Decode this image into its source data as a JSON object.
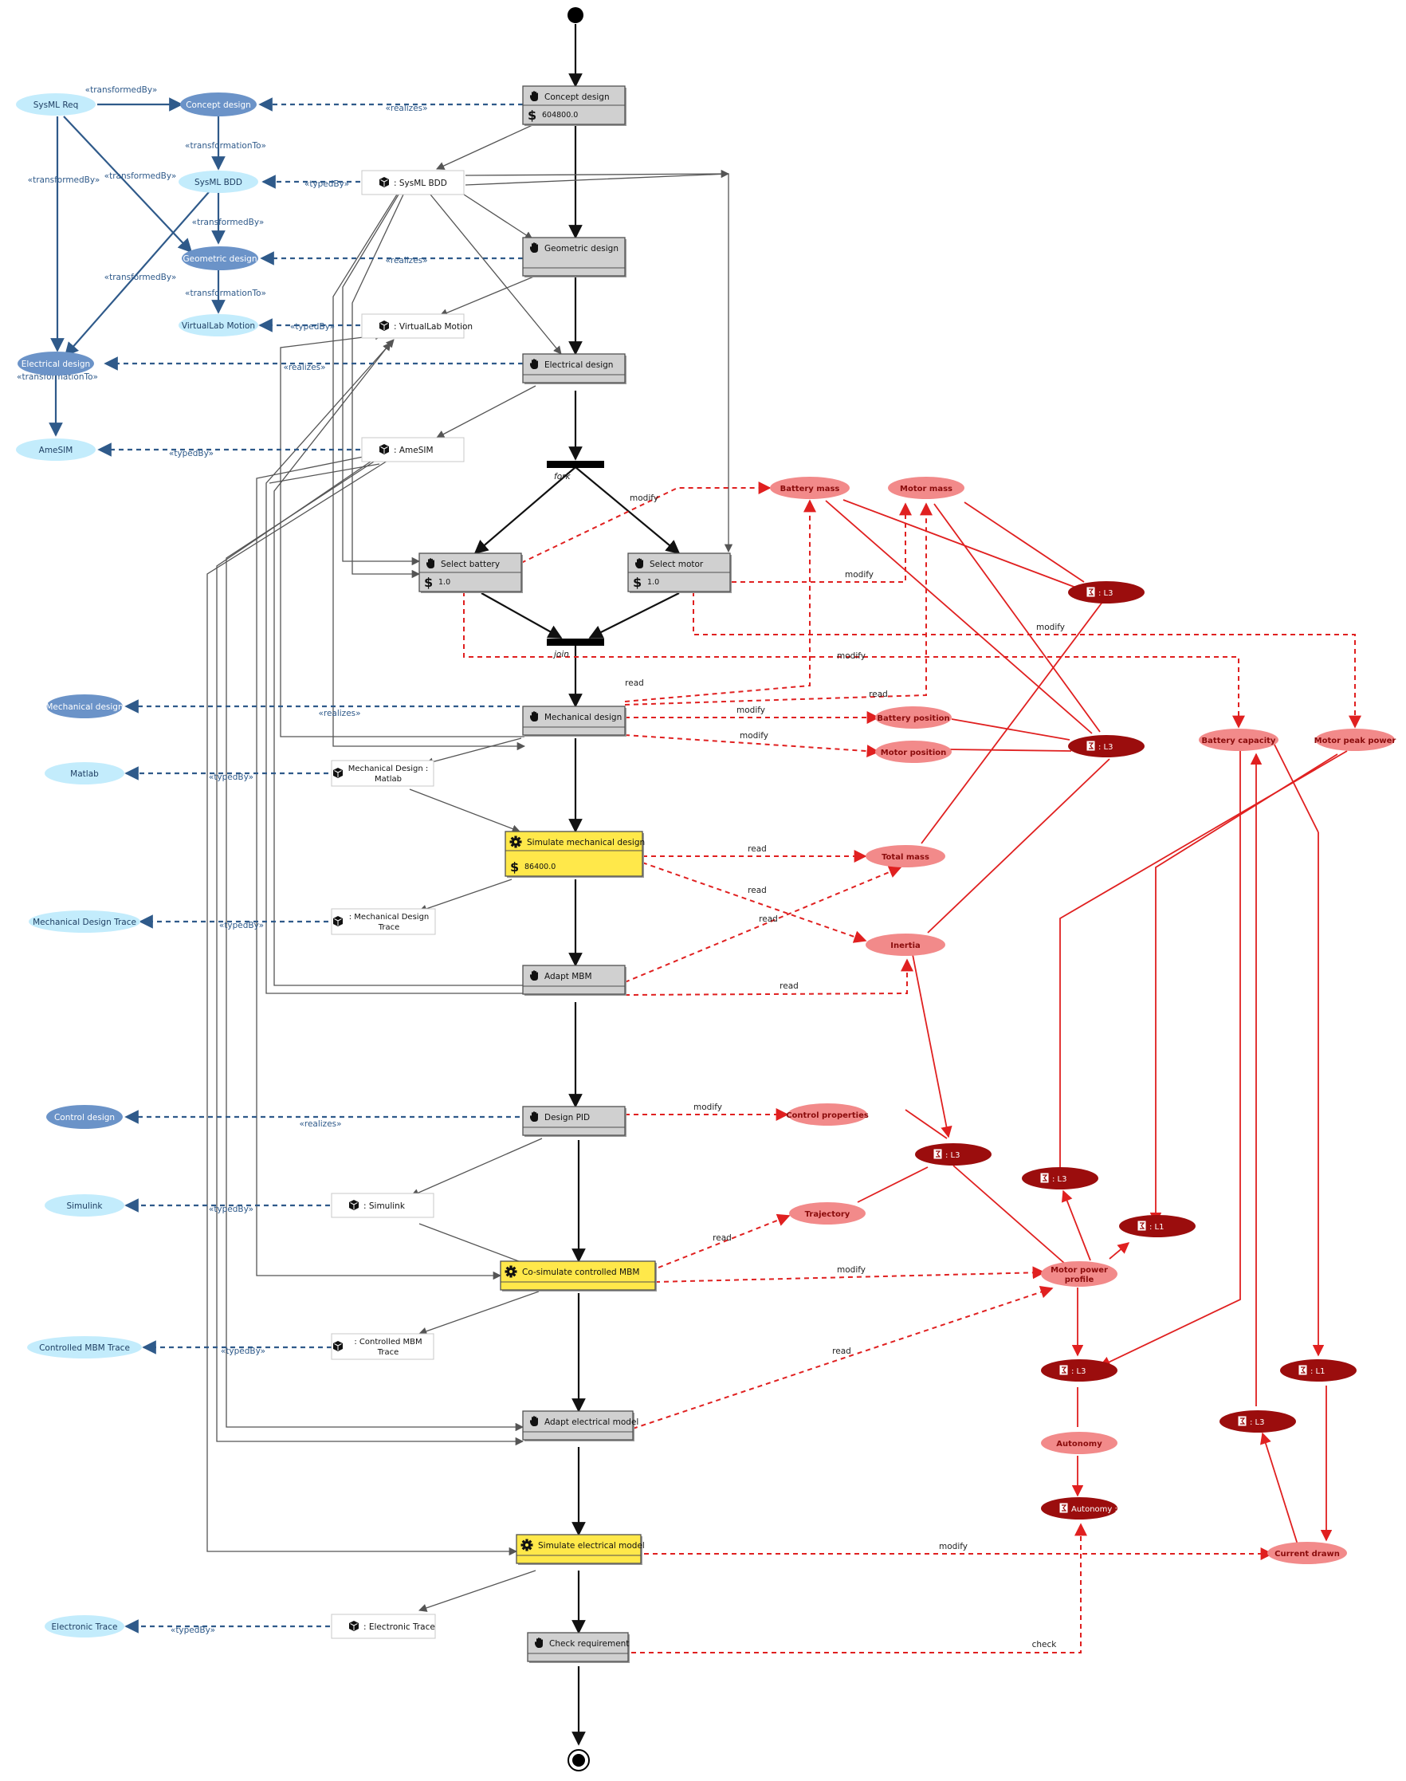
{
  "colors": {
    "activity_fill": "#d0d0d0",
    "activity_border": "#505050",
    "sim_fill": "#ffe84a",
    "artifact_fill": "#ffffff",
    "artifact_border": "#c8c8c8",
    "light_blue": "#c3ecfc",
    "mid_blue": "#6b93c8",
    "dark_blue": "#2f5a8a",
    "param_pink": "#f28a8a",
    "constraint_dark": "#9b0d0d",
    "red_line": "#e02020",
    "flow_black": "#111111",
    "gray_line": "#666666"
  },
  "nodes": {
    "n_concept": {
      "label": "Concept design",
      "icon": "hand-icon",
      "value": "604800.0"
    },
    "n_geometric": {
      "label": "Geometric design",
      "icon": "hand-icon"
    },
    "n_electrical": {
      "label": "Electrical design",
      "icon": "hand-icon"
    },
    "n_sel_battery": {
      "label": "Select battery",
      "icon": "hand-icon",
      "value": "1.0"
    },
    "n_sel_motor": {
      "label": "Select motor",
      "icon": "hand-icon",
      "value": "1.0"
    },
    "n_mechanical": {
      "label": "Mechanical design",
      "icon": "hand-icon"
    },
    "n_sim_mech": {
      "label": "Simulate mechanical design",
      "icon": "gear-icon",
      "value": "86400.0"
    },
    "n_adapt_mbm": {
      "label": "Adapt MBM",
      "icon": "hand-icon"
    },
    "n_design_pid": {
      "label": "Design PID",
      "icon": "hand-icon"
    },
    "n_cosim": {
      "label": "Co-simulate controlled MBM",
      "icon": "gear-icon"
    },
    "n_adapt_elec": {
      "label": "Adapt electrical model",
      "icon": "hand-icon"
    },
    "n_sim_elec": {
      "label": "Simulate electrical model",
      "icon": "gear-icon"
    },
    "n_check": {
      "label": "Check requirement",
      "icon": "hand-icon"
    },
    "a_sysml_bdd": {
      "label": ": SysML BDD"
    },
    "a_vlm": {
      "label": ": VirtualLab Motion"
    },
    "a_amesim": {
      "label": ": AmeSIM"
    },
    "a_md_matlab": {
      "label": "Mechanical Design :",
      "label2": "Matlab"
    },
    "a_md_trace": {
      "label": ": Mechanical Design",
      "label2": "Trace"
    },
    "a_simulink": {
      "label": ": Simulink"
    },
    "a_cmbm_trace": {
      "label": ": Controlled MBM",
      "label2": "Trace"
    },
    "a_elec_trace": {
      "label": ": Electronic Trace"
    },
    "f_sysml_req": {
      "label": "SysML Req"
    },
    "f_concept": {
      "label": "Concept design"
    },
    "f_sysml_bdd": {
      "label": "SysML BDD"
    },
    "f_geometric": {
      "label": "Geometric design"
    },
    "f_vlm": {
      "label": "VirtualLab Motion"
    },
    "f_electrical": {
      "label": "Electrical design"
    },
    "f_amesim": {
      "label": "AmeSIM"
    },
    "f_mechanical": {
      "label": "Mechanical design"
    },
    "f_matlab": {
      "label": "Matlab"
    },
    "f_mdt": {
      "label": "Mechanical Design Trace"
    },
    "f_control": {
      "label": "Control design"
    },
    "f_simulink": {
      "label": "Simulink"
    },
    "f_cmbm": {
      "label": "Controlled MBM Trace"
    },
    "f_etrace": {
      "label": "Electronic Trace"
    },
    "p_battery_mass": {
      "label": "Battery mass"
    },
    "p_motor_mass": {
      "label": "Motor mass"
    },
    "p_battery_pos": {
      "label": "Battery position"
    },
    "p_motor_pos": {
      "label": "Motor position"
    },
    "p_battery_cap": {
      "label": "Battery capacity"
    },
    "p_motor_peak": {
      "label": "Motor peak power"
    },
    "p_total_mass": {
      "label": "Total mass"
    },
    "p_inertia": {
      "label": "Inertia"
    },
    "p_control_props": {
      "label": "Control properties"
    },
    "p_trajectory": {
      "label": "Trajectory"
    },
    "p_motor_power": {
      "label": "Motor power",
      "label2": "profile"
    },
    "p_autonomy": {
      "label": "Autonomy"
    },
    "p_current": {
      "label": "Current drawn"
    },
    "c_top": {
      "label": ": L3"
    },
    "c_mid": {
      "label": ": L3"
    },
    "c_ctrl": {
      "label": ": L3"
    },
    "c_l3b": {
      "label": ": L3"
    },
    "c_l1a": {
      "label": ": L1"
    },
    "c_power": {
      "label": ": L3"
    },
    "c_l1b": {
      "label": ": L1"
    },
    "c_cur": {
      "label": ": L3"
    },
    "c_aut": {
      "label": "Autonomy : L1"
    }
  },
  "bars": {
    "fork": {
      "label": "fork"
    },
    "join": {
      "label": "join"
    }
  },
  "labels": {
    "transformed_by": "«transformedBy»",
    "transformation_to": "«transformationTo»",
    "realizes": "«realizes»",
    "typed_by": "«typedBy»",
    "modify": "modify",
    "read": "read",
    "check": "check"
  }
}
